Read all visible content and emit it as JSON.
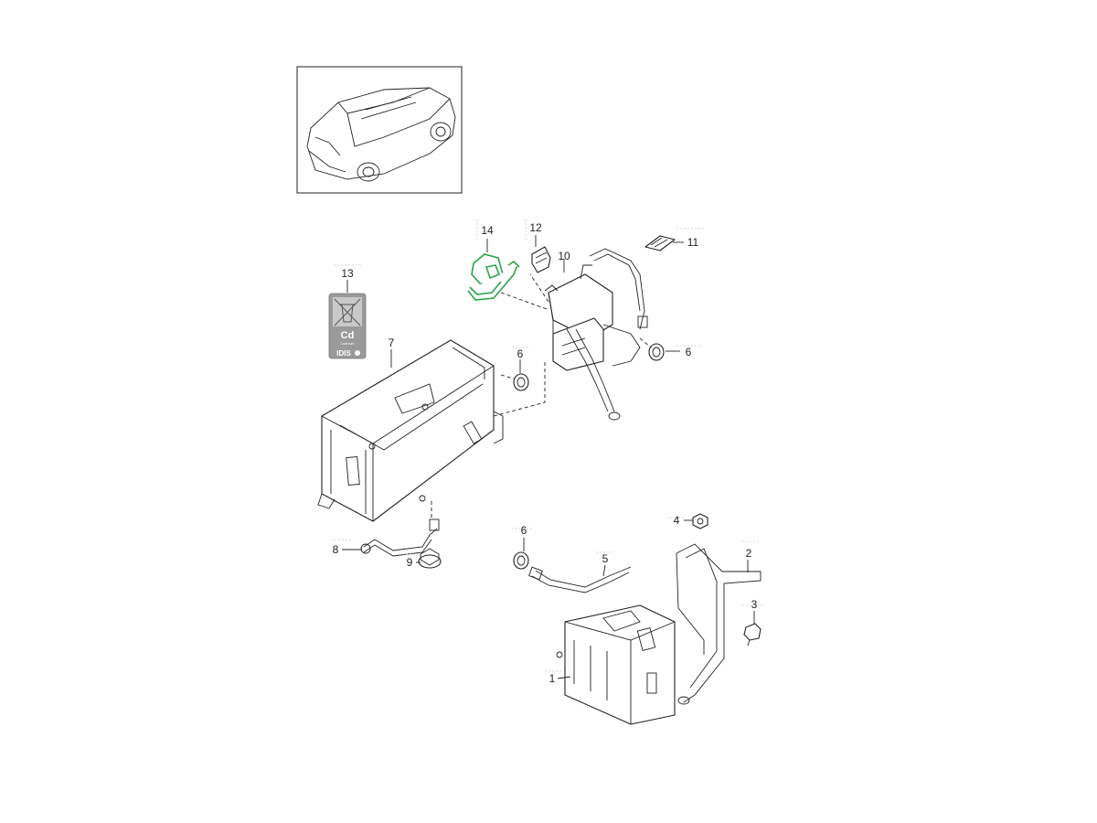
{
  "colors": {
    "line": "#222222",
    "highlight": "#2aa34a",
    "background": "#ffffff",
    "badge_grey": "#9a9a9a"
  },
  "callouts": {
    "c1": "1",
    "c2": "2",
    "c3": "3",
    "c4": "4",
    "c5": "5",
    "c6a": "6",
    "c6b": "6",
    "c6c": "6",
    "c7": "7",
    "c8": "8",
    "c9": "9",
    "c10": "10",
    "c11": "11",
    "c12": "12",
    "c13": "13",
    "c14": "14"
  },
  "recycling_badge": {
    "chemical": "Cd",
    "small_text": "Cadmium",
    "brand": "IDIS"
  },
  "highlighted_part": "14"
}
